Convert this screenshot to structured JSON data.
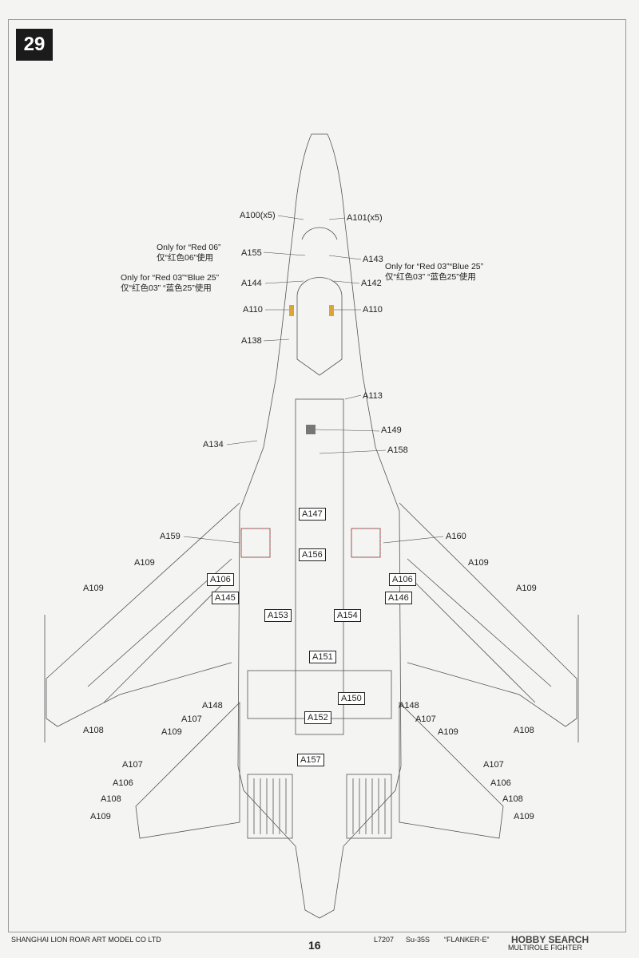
{
  "step_number": "29",
  "page_number": "16",
  "footer": {
    "company": "SHANGHAI LION ROAR ART MODEL CO LTD",
    "kit_code": "L7207",
    "model": "Su-35S",
    "nickname": "“FLANKER-E”",
    "type": "MULTIROLE FIGHTER",
    "watermark": "HOBBY SEARCH"
  },
  "notes": {
    "red06_en": "Only for “Red 06”",
    "red06_cn": "仅“红色06”使用",
    "red03_left_en": "Only for “Red 03”“Blue 25”",
    "red03_left_cn": "仅“红色03” “蓝色25”使用",
    "red03_right_en": "Only for “Red 03”“Blue 25”",
    "red03_right_cn": "仅“红色03” “蓝色25”使用"
  },
  "labels": {
    "a100": "A100(x5)",
    "a101": "A101(x5)",
    "a155": "A155",
    "a143": "A143",
    "a144": "A144",
    "a142": "A142",
    "a110_l": "A110",
    "a110_r": "A110",
    "a138": "A138",
    "a113": "A113",
    "a149": "A149",
    "a134": "A134",
    "a158": "A158",
    "a159": "A159",
    "a160": "A160",
    "a109_wl1": "A109",
    "a109_wr1": "A109",
    "a109_tl": "A109",
    "a109_tr": "A109",
    "a148_l": "A148",
    "a148_r": "A148",
    "a107_l": "A107",
    "a107_r": "A107",
    "a109_bl": "A109",
    "a109_br": "A109",
    "a108_l": "A108",
    "a108_r": "A108",
    "a107_sl": "A107",
    "a106_sl": "A106",
    "a108_sl": "A108",
    "a109_sl": "A109",
    "a107_sr": "A107",
    "a106_sr": "A106",
    "a108_sr": "A108",
    "a109_sr": "A109"
  },
  "boxed_labels": {
    "a147": "A147",
    "a156": "A156",
    "a106_l": "A106",
    "a106_r": "A106",
    "a145": "A145",
    "a146": "A146",
    "a153": "A153",
    "a154": "A154",
    "a151": "A151",
    "a150": "A150",
    "a152": "A152",
    "a157": "A157"
  }
}
